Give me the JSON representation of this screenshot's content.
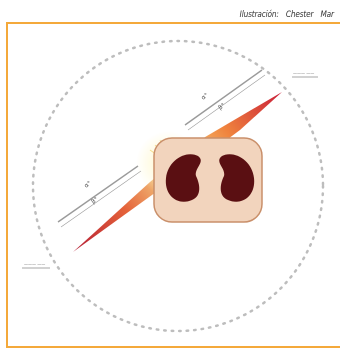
{
  "credit": {
    "label": "Ilustración:",
    "name1": "Chester",
    "name2": "Mar"
  },
  "diagram": {
    "colors": {
      "frame": "#f4a93b",
      "ring": "#bdbdbd",
      "beam_start": "#b3132a",
      "beam_mid": "#f6e38f",
      "skin": "#f2d4bd",
      "lung": "#5a0f12"
    }
  }
}
